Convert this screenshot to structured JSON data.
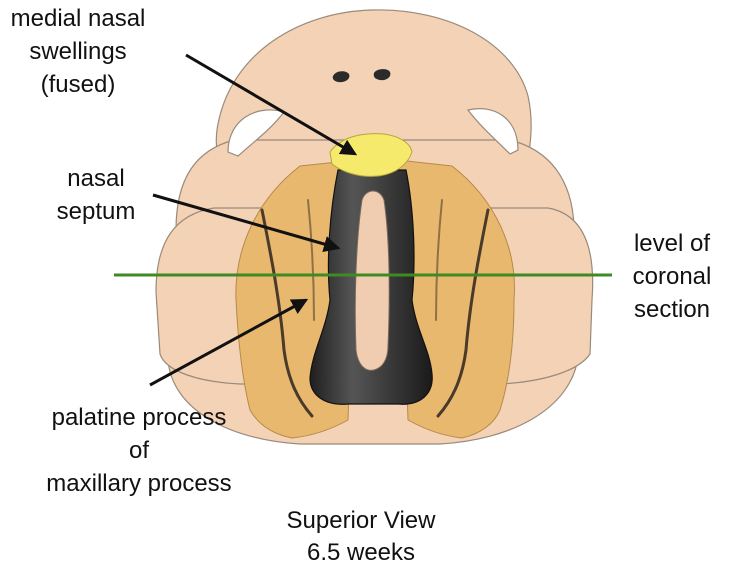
{
  "labels": {
    "medial_nasal": [
      "medial nasal",
      "swellings",
      "(fused)"
    ],
    "nasal_septum": [
      "nasal",
      "septum"
    ],
    "level_of_section": [
      "level of",
      "coronal",
      "section"
    ],
    "palatine_process": [
      "palatine process",
      "of",
      "maxillary process"
    ],
    "view": [
      "Superior View",
      "6.5 weeks"
    ]
  },
  "colors": {
    "outer_tissue": "#f3d2b6",
    "palatal_shelf": "#e8b86f",
    "septum": "#2f2f2f",
    "septum_core": "#f0cdb0",
    "medial_swelling": "#f6ea6c",
    "section_line": "#3f8a22",
    "arrow": "#111111",
    "outline": "#9a8a7a"
  }
}
